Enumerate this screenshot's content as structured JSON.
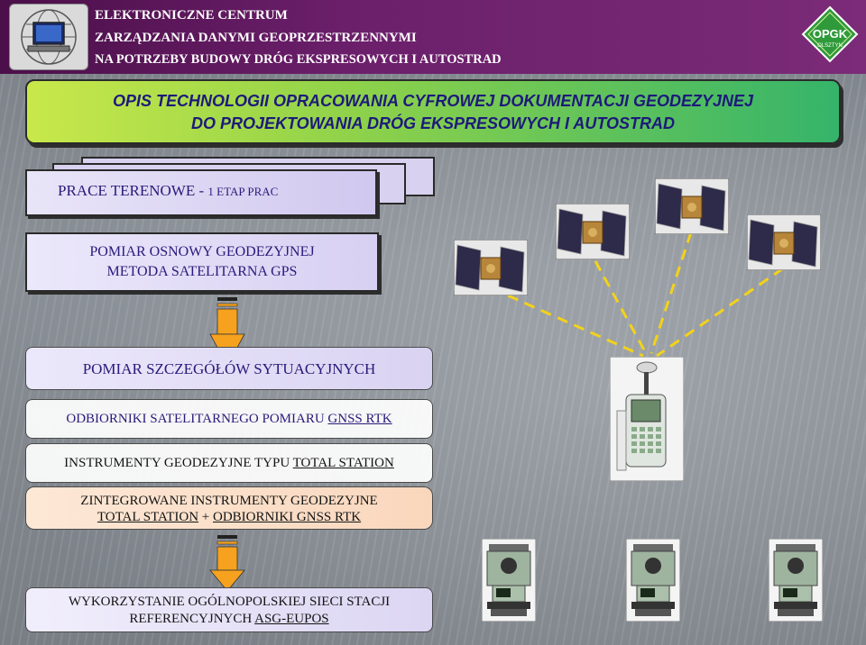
{
  "header": {
    "line1": "ELEKTRONICZNE CENTRUM",
    "line2": "ZARZĄDZANIA DANYMI GEOPRZESTRZENNYMI",
    "line3": "NA POTRZEBY BUDOWY DRÓG EKSPRESOWYCH I AUTOSTRAD",
    "logo_right_text": "OPGK",
    "logo_right_sub": "OLSZTYN"
  },
  "title": {
    "line1": "OPIS TECHNOLOGII OPRACOWANIA CYFROWEJ DOKUMENTACJI GEODEZYJNEJ",
    "line2": "DO PROJEKTOWANIA DRÓG EKSPRESOWYCH I AUTOSTRAD"
  },
  "stage": {
    "label": "PRACE TERENOWE - ",
    "small": "1 ETAP PRAC"
  },
  "gps_box": {
    "line1": "POMIAR OSNOWY GEODEZYJNEJ",
    "line2": "METODA SATELITARNA GPS"
  },
  "detail_box": {
    "text": "POMIAR SZCZEGÓŁÓW SYTUACYJNYCH"
  },
  "rtk_box": {
    "prefix": "ODBIORNIKI SATELITARNEGO POMIARU ",
    "link": "GNSS RTK"
  },
  "ts_box": {
    "prefix": "INSTRUMENTY GEODEZYJNE TYPU ",
    "link": "TOTAL STATION"
  },
  "combo_box": {
    "line1": "ZINTEGROWANE INSTRUMENTY GEODEZYJNE",
    "link1": "TOTAL STATION",
    "plus": " + ",
    "link2": "ODBIORNIKI GNSS RTK"
  },
  "asg_box": {
    "line1": "WYKORZYSTANIE OGÓLNOPOLSKIEJ SIECI STACJI",
    "line2_prefix": "REFERENCYJNYCH ",
    "link": "ASG-EUPOS"
  },
  "colors": {
    "header_bg": "#5e1a5c",
    "title_gradient_start": "#c9e84a",
    "title_gradient_end": "#35b46a",
    "title_text": "#1d1a7a",
    "arrow_fill": "#f6a21e",
    "dashed_line": "#f3d21a",
    "box_text": "#2a1a7a"
  },
  "icons": [
    "computer-globe-logo",
    "opgk-diamond-logo",
    "satellite-icon",
    "gnss-receiver-icon",
    "total-station-icon",
    "down-arrow-icon"
  ]
}
